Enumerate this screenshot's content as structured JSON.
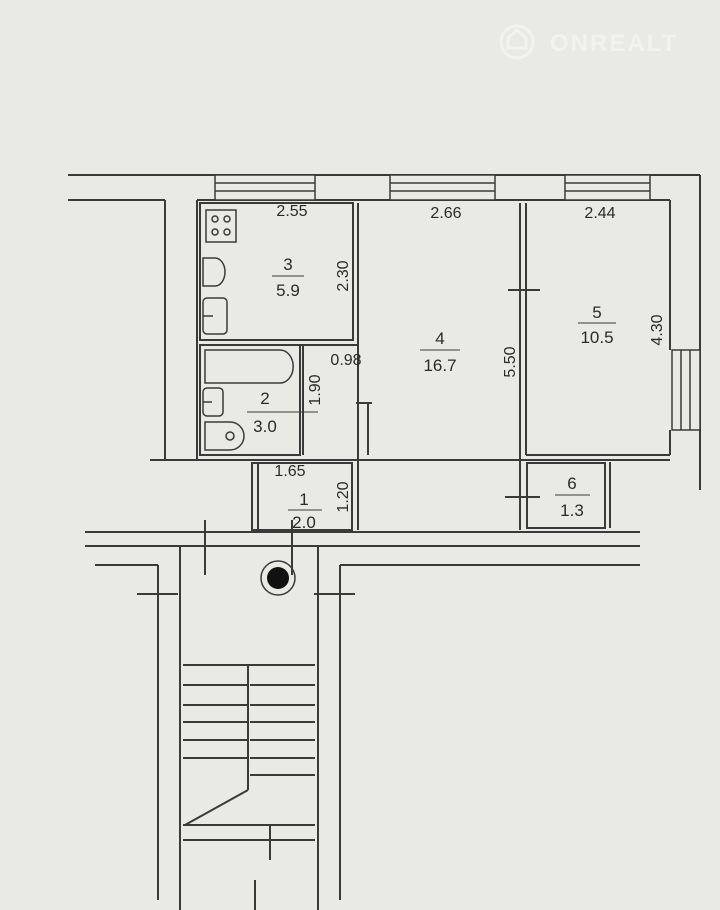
{
  "watermark": {
    "text": "ONREALT"
  },
  "rooms": [
    {
      "number": "1",
      "area": "2.0"
    },
    {
      "number": "2",
      "area": "3.0"
    },
    {
      "number": "3",
      "area": "5.9"
    },
    {
      "number": "4",
      "area": "16.7"
    },
    {
      "number": "5",
      "area": "10.5"
    },
    {
      "number": "6",
      "area": "1.3"
    }
  ],
  "dimensions": {
    "room3_width": "2.55",
    "room3_depth": "2.30",
    "room4_width": "2.66",
    "room4_depth": "5.50",
    "room5_width": "2.44",
    "room5_depth": "4.30",
    "corridor_width": "0.98",
    "room2_depth": "1.90",
    "room1_width": "1.65",
    "room1_depth": "1.20"
  }
}
